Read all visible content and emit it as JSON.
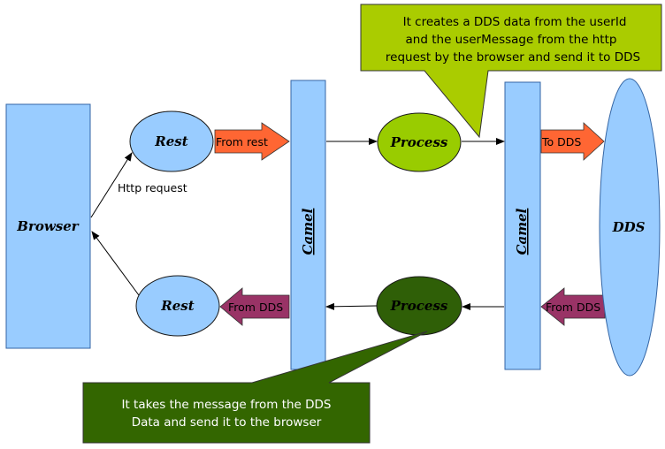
{
  "nodes": {
    "browser": "Browser",
    "rest_top": "Rest",
    "rest_bottom": "Rest",
    "camel_left": "Camel",
    "camel_right": "Camel",
    "process_top": "Process",
    "process_bottom": "Process",
    "dds": "DDS"
  },
  "edges": {
    "http_request": "Http request",
    "from_rest": "From rest",
    "to_dds": "To DDS",
    "from_dds_left": "From DDS",
    "from_dds_right": "From DDS"
  },
  "callouts": {
    "top": [
      "It creates a DDS data from the userId",
      "and the userMessage from the http",
      "request by the browser and send it to DDS"
    ],
    "bottom": [
      "It takes the message from the DDS",
      "Data and send it to the browser"
    ]
  },
  "colors": {
    "box_fill": "#99ccff",
    "process_top_fill": "#99cc00",
    "process_bottom_fill": "#2f5f07",
    "callout_top_fill": "#aacc00",
    "callout_bottom_fill": "#336600",
    "arrow_orange": "#ff6633",
    "arrow_purple": "#993366"
  }
}
